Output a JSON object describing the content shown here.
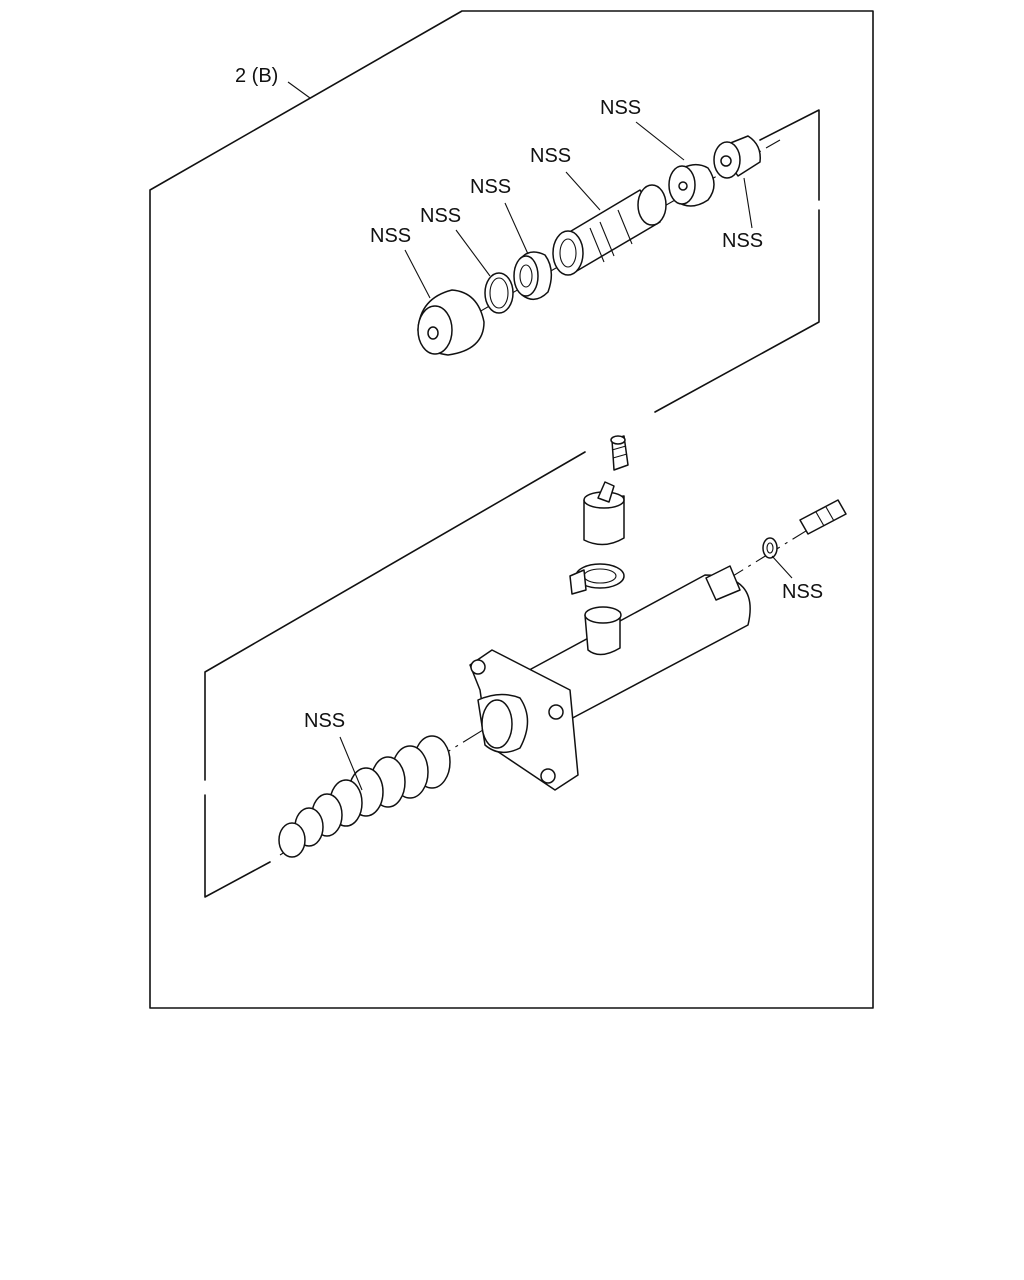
{
  "assembly_label": "2 (B)",
  "callouts": {
    "piston_cup": "NSS",
    "snap_ring": "NSS",
    "washer": "NSS",
    "piston": "NSS",
    "seal": "NSS",
    "end_cap": "NSS",
    "bleeder_washer": "NSS",
    "boot": "NSS"
  }
}
